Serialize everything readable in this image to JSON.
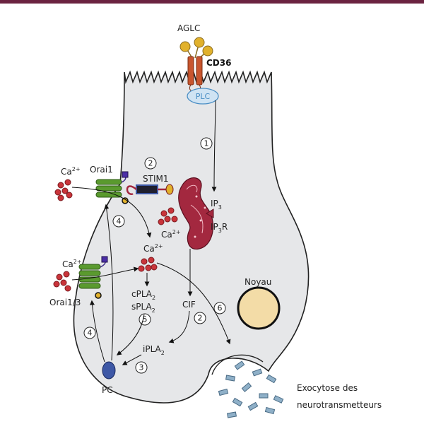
{
  "labels": {
    "aglc": "AGLC",
    "cd36": "CD36",
    "plc": "PLC",
    "orai1": "Orai1",
    "stim1": "STIM1",
    "ca_top": "Ca",
    "ca_sup": "2+",
    "ip3": "IP",
    "ip3_sub": "3",
    "ip3r": "IP",
    "ip3r_sub": "3",
    "ip3r_r": "R",
    "ca_er": "Ca",
    "ca_center": "Ca",
    "ca_left2": "Ca",
    "orai13": "Orai1/3",
    "cpla2": "cPLA",
    "spla2": "sPLA",
    "pla_sub": "2",
    "cif": "CIF",
    "ipla2": "iPLA",
    "noyau": "Noyau",
    "pc": "PC",
    "exo_line1": "Exocytose des",
    "exo_line2": "neurotransmetteurs"
  },
  "steps": {
    "s1": "1",
    "s2_top": "2",
    "s2_cif": "2",
    "s3": "3",
    "s4_upper": "4",
    "s4_lower": "4",
    "s5": "5",
    "s6": "6"
  },
  "colors": {
    "cell_fill": "#e6e7e9",
    "accent_bar": "#6b2340",
    "cd36": "#c8552e",
    "aglc": "#e1b12c",
    "plc_fill": "#cfe3f3",
    "plc_stroke": "#4a8ec4",
    "orai": "#5a9a2e",
    "er": "#a3283f",
    "ca_dot": "#c9343a",
    "pc": "#3e58a6",
    "vesicle": "#8fb0c8"
  }
}
